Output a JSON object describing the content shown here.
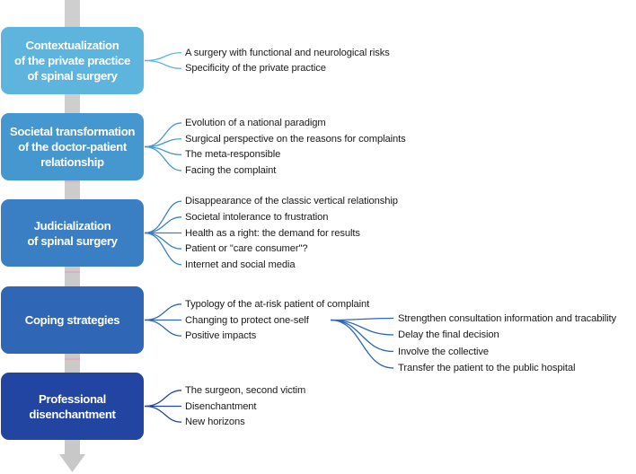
{
  "themes": [
    {
      "label": "Contextualization\nof the private practice\nof spinal surgery",
      "color": "#5db4dd",
      "items": [
        "A surgery with functional and neurological risks",
        "Specificity of the private practice"
      ]
    },
    {
      "label": "Societal transformation\nof the doctor-patient\nrelationship",
      "color": "#4597cf",
      "items": [
        "Evolution of a national paradigm",
        "Surgical perspective on the reasons for complaints",
        "The meta-responsible",
        "Facing the complaint"
      ]
    },
    {
      "label": "Judicialization\nof spinal surgery",
      "color": "#3a7ec4",
      "items": [
        "Disappearance of the classic vertical relationship",
        "Societal intolerance to frustration",
        "Health as a right: the demand for results",
        "Patient or \"care consumer\"?",
        "Internet and social media"
      ]
    },
    {
      "label": "Coping strategies",
      "color": "#2f66b5",
      "items": [
        "Typology of the at-risk patient of complaint",
        "Changing to protect one-self",
        "Positive impacts"
      ],
      "subitems": [
        "Strengthen consultation information and tracability",
        "Delay the final decision",
        "Involve the collective",
        "Transfer the patient to the public hospital"
      ]
    },
    {
      "label": "Professional\ndisenchantment",
      "color": "#2245a2",
      "items": [
        "The surgeon, second victim",
        "Disenchantment",
        "New horizons"
      ]
    }
  ]
}
